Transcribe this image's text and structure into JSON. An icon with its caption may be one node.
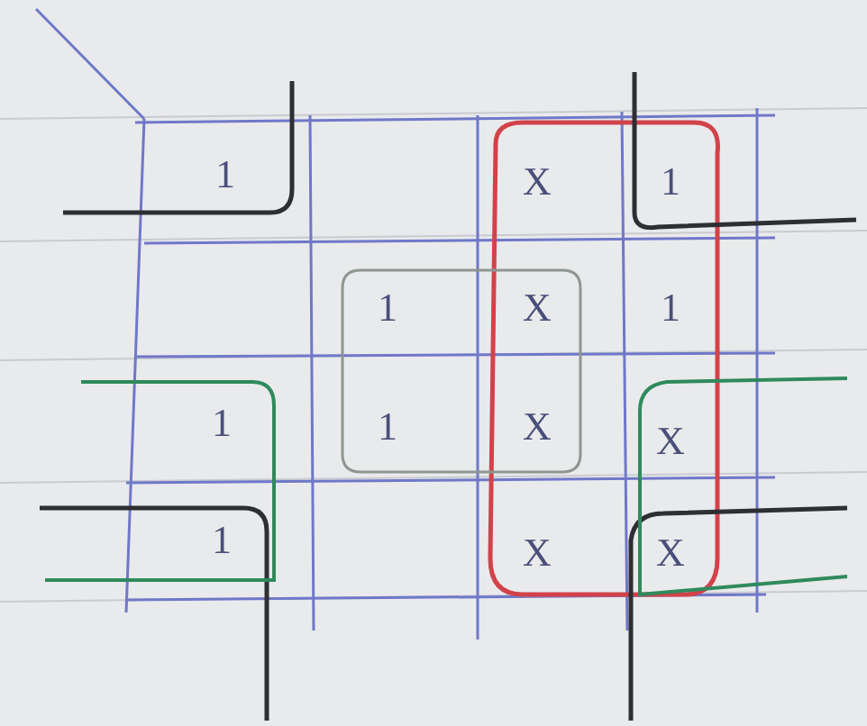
{
  "diagram": {
    "labels": [
      "1",
      "X",
      "1",
      "1",
      "X",
      "1",
      "1",
      "1",
      "X",
      "X",
      "1",
      "X",
      "X"
    ]
  }
}
